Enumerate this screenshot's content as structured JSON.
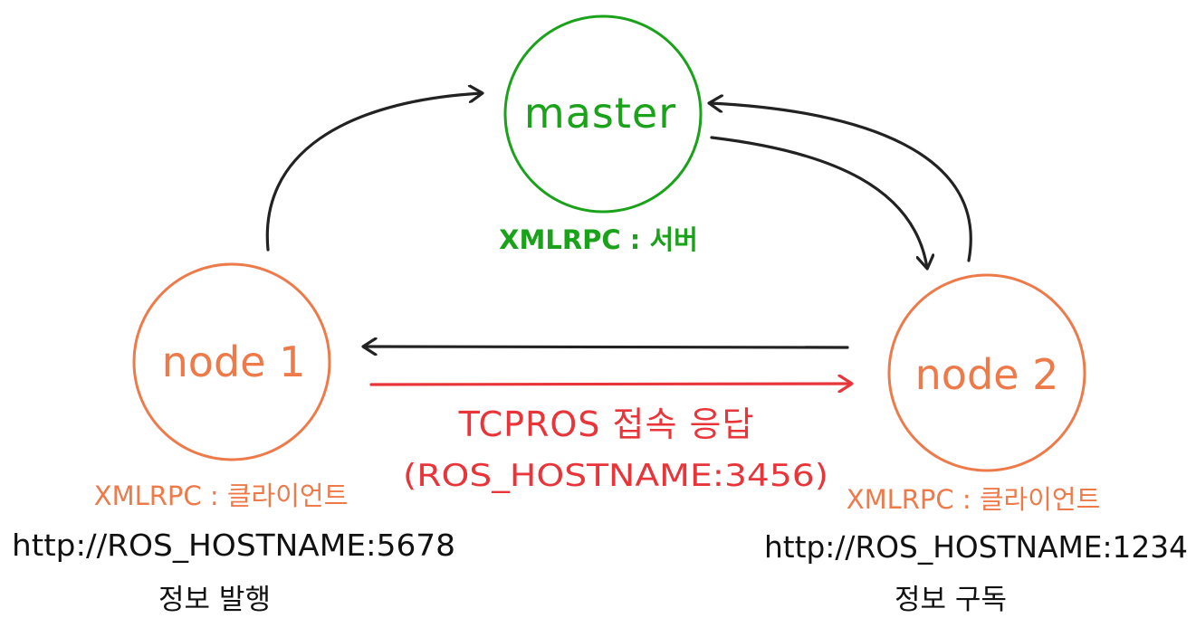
{
  "colors": {
    "master": "#1aa21a",
    "node": "#ee7a4a",
    "arrow": "#222222",
    "tcpros": "#e8353a",
    "text": "#111111"
  },
  "master": {
    "label": "master",
    "role": "XMLRPC : 서버"
  },
  "node1": {
    "label": "node 1",
    "role": "XMLRPC : 클라이언트",
    "uri": "http://ROS_HOSTNAME:5678",
    "action": "정보 발행"
  },
  "node2": {
    "label": "node 2",
    "role": "XMLRPC : 클라이언트",
    "uri": "http://ROS_HOSTNAME:1234",
    "action": "정보 구독"
  },
  "tcpros": {
    "title": "TCPROS 접속 응답",
    "address": "(ROS_HOSTNAME:3456)"
  }
}
